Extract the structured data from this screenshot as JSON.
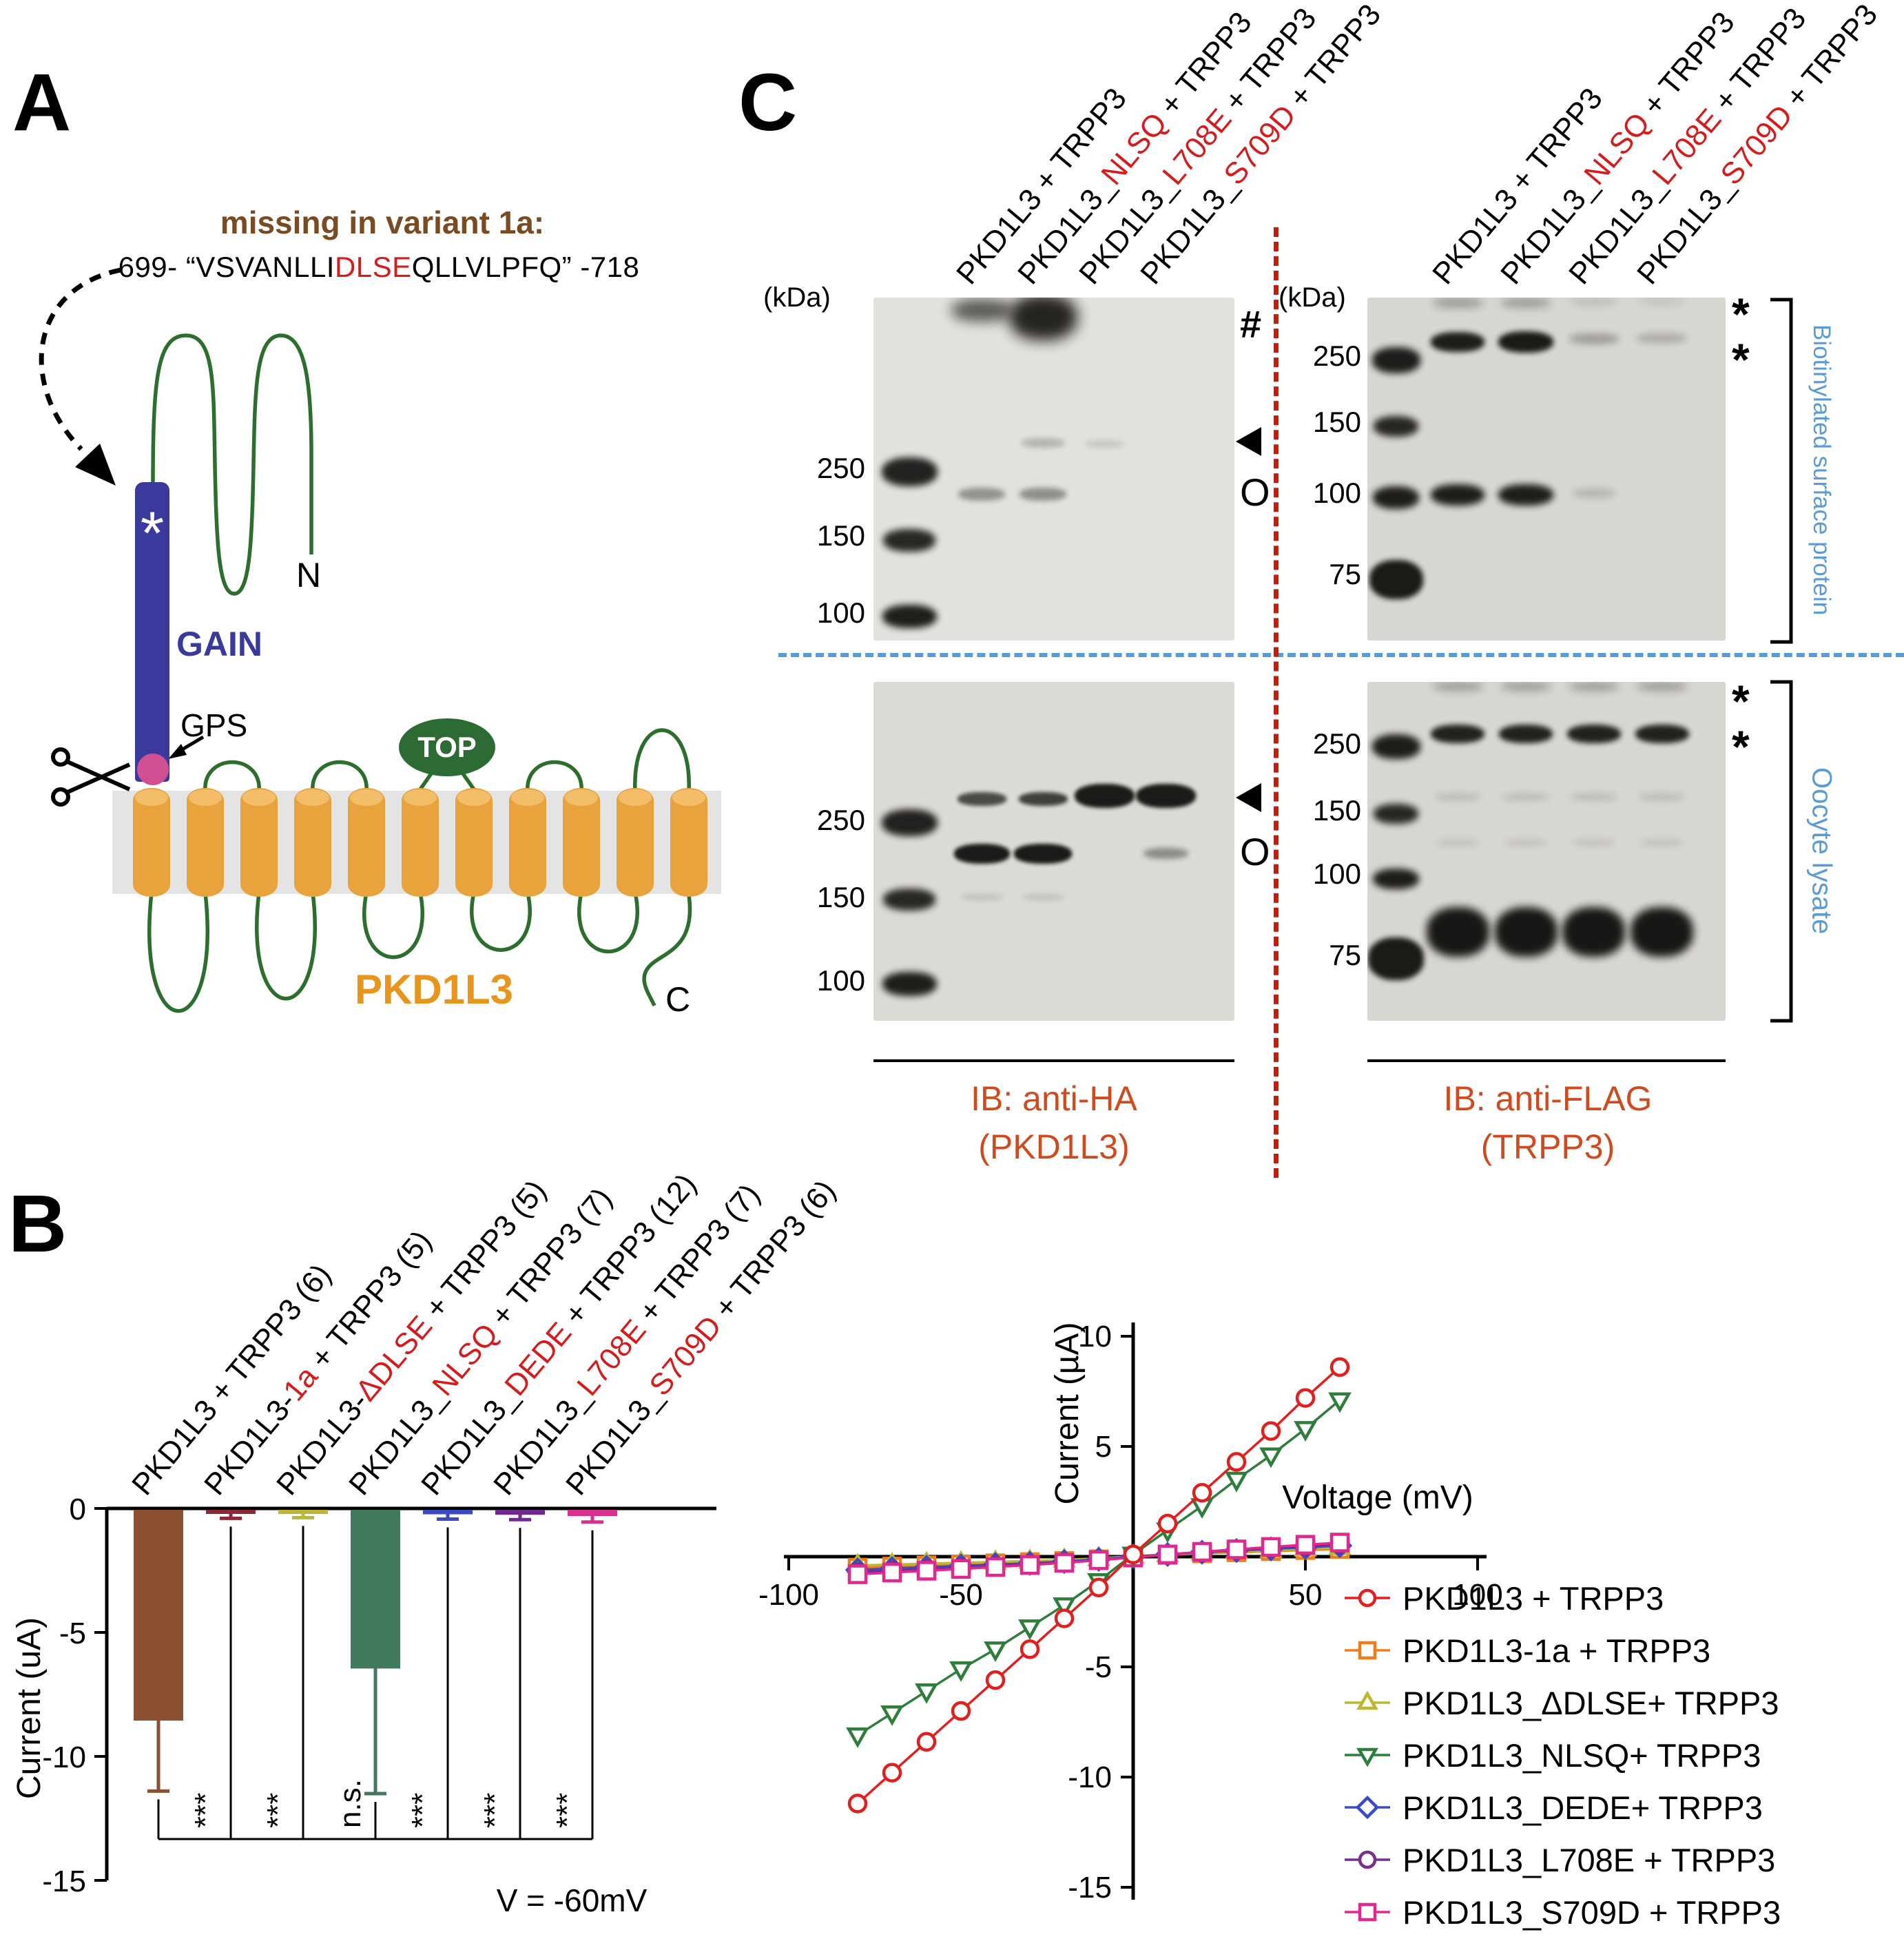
{
  "panelA": {
    "label": "A",
    "variant_note": "missing in variant 1a:",
    "sequence": [
      {
        "text": "699- “VSVANLLI"
      },
      {
        "text": "DLSE",
        "red": true
      },
      {
        "text": "QLLVLPFQ” -718"
      }
    ],
    "gain_label": "GAIN",
    "cleavage_mark": "*",
    "n_terminus": "N",
    "c_terminus": "C",
    "gps_label": "GPS",
    "top_label": "TOP",
    "protein_label": "PKD1L3"
  },
  "panelB": {
    "label": "B",
    "condition_note": "V = -60mV"
  },
  "panelC": {
    "label": "C",
    "kda": "(kDa)",
    "lane_labels": [
      [
        {
          "text": "PKD1L3 + TRPP3"
        }
      ],
      [
        {
          "text": "PKD1L3_"
        },
        {
          "text": "NLSQ",
          "red": true
        },
        {
          "text": " + TRPP3"
        }
      ],
      [
        {
          "text": "PKD1L3_"
        },
        {
          "text": "L708E",
          "red": true
        },
        {
          "text": " + TRPP3"
        }
      ],
      [
        {
          "text": "PKD1L3_"
        },
        {
          "text": "S709D",
          "red": true
        },
        {
          "text": " + TRPP3"
        }
      ]
    ],
    "mw_left_top": [
      "250",
      "150",
      "100"
    ],
    "mw_left_bottom": [
      "250",
      "150",
      "100"
    ],
    "mw_right_top": [
      "250",
      "150",
      "100",
      "75"
    ],
    "mw_right_bottom": [
      "250",
      "150",
      "100",
      "75"
    ],
    "hash_symbol": "#",
    "open_circle_symbol": "O",
    "asterisk_symbol": "*",
    "side_label_top": "Biotinylated surface protein",
    "side_label_bottom": "Oocyte lysate",
    "ib_left_line1": "IB:  anti-HA",
    "ib_left_line2": "(PKD1L3)",
    "ib_right_line1": "IB:  anti-FLAG",
    "ib_right_line2": "(TRPP3)",
    "gels": [
      {
        "name": "anti-HA-surface",
        "bg": "#e3e1dc",
        "bands": [
          [
            0.1,
            0.465,
            0.155,
            0.085,
            0.93,
            5
          ],
          [
            0.1,
            0.675,
            0.145,
            0.065,
            0.9,
            5
          ],
          [
            0.1,
            0.895,
            0.15,
            0.068,
            0.95,
            5
          ],
          [
            0.3,
            0.005,
            0.17,
            0.065,
            0.65,
            9
          ],
          [
            0.3,
            0.555,
            0.13,
            0.037,
            0.38,
            4
          ],
          [
            0.47,
            -0.01,
            0.19,
            0.135,
            0.92,
            10
          ],
          [
            0.47,
            0.41,
            0.12,
            0.027,
            0.22,
            4
          ],
          [
            0.47,
            0.555,
            0.13,
            0.037,
            0.4,
            4
          ],
          [
            0.64,
            0.415,
            0.11,
            0.022,
            0.13,
            4
          ]
        ]
      },
      {
        "name": "anti-FLAG-surface",
        "bg": "#d8d6d1",
        "bands": [
          [
            0.08,
            0.145,
            0.135,
            0.075,
            0.95,
            5
          ],
          [
            0.08,
            0.345,
            0.125,
            0.06,
            0.9,
            5
          ],
          [
            0.08,
            0.55,
            0.13,
            0.066,
            0.95,
            5
          ],
          [
            0.08,
            0.765,
            0.15,
            0.115,
            0.97,
            4
          ],
          [
            0.2525,
            0.0,
            0.14,
            0.03,
            0.3,
            6
          ],
          [
            0.2525,
            0.1,
            0.15,
            0.058,
            0.95,
            4
          ],
          [
            0.2525,
            0.545,
            0.15,
            0.062,
            0.95,
            5
          ],
          [
            0.4425,
            0.0,
            0.14,
            0.03,
            0.3,
            6
          ],
          [
            0.4425,
            0.098,
            0.155,
            0.062,
            0.97,
            4
          ],
          [
            0.4425,
            0.545,
            0.155,
            0.062,
            0.95,
            5
          ],
          [
            0.6325,
            0.0,
            0.13,
            0.022,
            0.15,
            6
          ],
          [
            0.6325,
            0.105,
            0.14,
            0.032,
            0.28,
            5
          ],
          [
            0.6325,
            0.557,
            0.12,
            0.028,
            0.17,
            5
          ],
          [
            0.8225,
            0.0,
            0.13,
            0.02,
            0.12,
            6
          ],
          [
            0.8225,
            0.105,
            0.14,
            0.028,
            0.22,
            5
          ]
        ]
      },
      {
        "name": "anti-HA-lysate",
        "bg": "#dcdad5",
        "bands": [
          [
            0.1,
            0.375,
            0.155,
            0.08,
            0.93,
            5
          ],
          [
            0.1,
            0.61,
            0.145,
            0.065,
            0.9,
            5
          ],
          [
            0.1,
            0.855,
            0.15,
            0.072,
            0.95,
            5
          ],
          [
            0.3,
            0.325,
            0.135,
            0.04,
            0.72,
            3
          ],
          [
            0.3,
            0.478,
            0.155,
            0.058,
            0.96,
            3
          ],
          [
            0.3,
            0.625,
            0.12,
            0.02,
            0.13,
            4
          ],
          [
            0.47,
            0.325,
            0.135,
            0.04,
            0.78,
            3
          ],
          [
            0.47,
            0.478,
            0.16,
            0.058,
            0.97,
            3
          ],
          [
            0.47,
            0.625,
            0.12,
            0.02,
            0.13,
            4
          ],
          [
            0.64,
            0.3,
            0.165,
            0.072,
            0.97,
            3
          ],
          [
            0.81,
            0.3,
            0.165,
            0.072,
            0.97,
            3
          ],
          [
            0.81,
            0.49,
            0.125,
            0.032,
            0.4,
            4
          ]
        ]
      },
      {
        "name": "anti-FLAG-lysate",
        "bg": "#d8d6d1",
        "bands": [
          [
            0.08,
            0.155,
            0.135,
            0.072,
            0.95,
            5
          ],
          [
            0.08,
            0.36,
            0.125,
            0.058,
            0.9,
            5
          ],
          [
            0.08,
            0.55,
            0.13,
            0.062,
            0.95,
            5
          ],
          [
            0.08,
            0.755,
            0.155,
            0.125,
            0.97,
            4
          ],
          [
            0.2525,
            0.0,
            0.14,
            0.026,
            0.3,
            6
          ],
          [
            0.2525,
            0.125,
            0.15,
            0.056,
            0.93,
            4
          ],
          [
            0.2525,
            0.33,
            0.13,
            0.02,
            0.15,
            5
          ],
          [
            0.2525,
            0.465,
            0.12,
            0.018,
            0.12,
            5
          ],
          [
            0.2525,
            0.665,
            0.175,
            0.145,
            0.98,
            6
          ],
          [
            0.4425,
            0.0,
            0.14,
            0.026,
            0.3,
            6
          ],
          [
            0.4425,
            0.125,
            0.15,
            0.056,
            0.93,
            4
          ],
          [
            0.4425,
            0.33,
            0.13,
            0.02,
            0.15,
            5
          ],
          [
            0.4425,
            0.465,
            0.12,
            0.018,
            0.12,
            5
          ],
          [
            0.4425,
            0.665,
            0.175,
            0.145,
            0.98,
            6
          ],
          [
            0.6325,
            0.0,
            0.14,
            0.026,
            0.3,
            6
          ],
          [
            0.6325,
            0.125,
            0.15,
            0.056,
            0.93,
            4
          ],
          [
            0.6325,
            0.33,
            0.13,
            0.02,
            0.15,
            5
          ],
          [
            0.6325,
            0.465,
            0.12,
            0.018,
            0.12,
            5
          ],
          [
            0.6325,
            0.665,
            0.175,
            0.145,
            0.98,
            6
          ],
          [
            0.8225,
            0.0,
            0.14,
            0.026,
            0.3,
            6
          ],
          [
            0.8225,
            0.125,
            0.15,
            0.056,
            0.93,
            4
          ],
          [
            0.8225,
            0.33,
            0.13,
            0.02,
            0.15,
            5
          ],
          [
            0.8225,
            0.465,
            0.12,
            0.018,
            0.12,
            5
          ],
          [
            0.8225,
            0.665,
            0.175,
            0.145,
            0.98,
            6
          ]
        ]
      }
    ]
  },
  "chart_data": [
    {
      "type": "bar",
      "title": "",
      "xlabel": "",
      "ylabel": "Current (uA)",
      "ylim": [
        -15,
        0
      ],
      "yticks": [
        0,
        -5,
        -10,
        -15
      ],
      "annotation": "V = -60mV",
      "categories": [
        [
          {
            "text": "PKD1L3 + TRPP3 (6)"
          }
        ],
        [
          {
            "text": "PKD1L3-"
          },
          {
            "text": "1a",
            "red": true
          },
          {
            "text": " + TRPP3 (5)"
          }
        ],
        [
          {
            "text": "PKD1L3-"
          },
          {
            "text": "ΔDLSE",
            "red": true
          },
          {
            "text": " + TRPP3 (5)"
          }
        ],
        [
          {
            "text": "PKD1L3_"
          },
          {
            "text": "NLSQ",
            "red": true
          },
          {
            "text": " + TRPP3 (7)"
          }
        ],
        [
          {
            "text": "PKD1L3_"
          },
          {
            "text": "DEDE",
            "red": true
          },
          {
            "text": " + TRPP3 (12)"
          }
        ],
        [
          {
            "text": "PKD1L3_"
          },
          {
            "text": "L708E",
            "red": true
          },
          {
            "text": " + TRPP3 (7)"
          }
        ],
        [
          {
            "text": "PKD1L3_"
          },
          {
            "text": "S709D",
            "red": true
          },
          {
            "text": " + TRPP3 (6)"
          }
        ]
      ],
      "values": [
        -8.5,
        -0.15,
        -0.12,
        -6.4,
        -0.18,
        -0.2,
        -0.25
      ],
      "errors": [
        2.9,
        0.25,
        0.25,
        5.1,
        0.25,
        0.25,
        0.3
      ],
      "colors": [
        "#8c5132",
        "#8f2836",
        "#bdb636",
        "#40795c",
        "#3a49c5",
        "#6f2b8e",
        "#d82f90"
      ],
      "sig": [
        "",
        "***",
        "***",
        "n.s.",
        "***",
        "***",
        "***"
      ]
    },
    {
      "type": "line",
      "xlabel": "Voltage (mV)",
      "ylabel": "Current (µA)",
      "xlim": [
        -100,
        100
      ],
      "ylim": [
        -15,
        10
      ],
      "xticks": [
        -100,
        -50,
        50,
        100
      ],
      "yticks": [
        10,
        5,
        -5,
        -10,
        -15
      ],
      "x": [
        -80,
        -70,
        -60,
        -50,
        -40,
        -30,
        -20,
        -10,
        0,
        10,
        20,
        30,
        40,
        50,
        60
      ],
      "series": [
        {
          "name": "PKD1L3 + TRPP3",
          "marker": "circle",
          "color": "#e01f1f",
          "values": [
            -11.2,
            -9.8,
            -8.4,
            -7.0,
            -5.6,
            -4.2,
            -2.8,
            -1.4,
            0.1,
            1.5,
            2.9,
            4.3,
            5.7,
            7.2,
            8.6
          ]
        },
        {
          "name": "PKD1L3-1a + TRPP3",
          "marker": "square",
          "color": "#ef7d1a",
          "values": [
            -0.5,
            -0.45,
            -0.4,
            -0.35,
            -0.3,
            -0.25,
            -0.2,
            -0.12,
            0,
            0.08,
            0.15,
            0.2,
            0.25,
            0.3,
            0.35
          ]
        },
        {
          "name": "PKD1L3_ΔDLSE+ TRPP3",
          "marker": "triangle-up",
          "color": "#bdb82e",
          "values": [
            -0.4,
            -0.36,
            -0.32,
            -0.28,
            -0.24,
            -0.2,
            -0.15,
            -0.08,
            0.02,
            0.1,
            0.18,
            0.25,
            0.3,
            0.36,
            0.42
          ]
        },
        {
          "name": "PKD1L3_NLSQ+ TRPP3",
          "marker": "triangle-down",
          "color": "#2e7d3a",
          "values": [
            -8.1,
            -7.1,
            -6.1,
            -5.1,
            -4.2,
            -3.2,
            -2.2,
            -1.1,
            0.1,
            1.2,
            2.3,
            3.5,
            4.6,
            5.8,
            7.1
          ]
        },
        {
          "name": "PKD1L3_DEDE+ TRPP3",
          "marker": "diamond",
          "color": "#3a49c5",
          "values": [
            -0.6,
            -0.54,
            -0.48,
            -0.42,
            -0.36,
            -0.3,
            -0.22,
            -0.12,
            0,
            0.1,
            0.2,
            0.28,
            0.35,
            0.42,
            0.5
          ]
        },
        {
          "name": "PKD1L3_L708E + TRPP3",
          "marker": "circle",
          "color": "#7b2d8e",
          "values": [
            -0.7,
            -0.63,
            -0.56,
            -0.49,
            -0.42,
            -0.34,
            -0.26,
            -0.15,
            -0.02,
            0.1,
            0.2,
            0.3,
            0.4,
            0.48,
            0.56
          ]
        },
        {
          "name": "PKD1L3_S709D + TRPP3",
          "marker": "square",
          "color": "#e0288f",
          "values": [
            -0.8,
            -0.72,
            -0.64,
            -0.56,
            -0.47,
            -0.38,
            -0.28,
            -0.16,
            -0.04,
            0.1,
            0.22,
            0.33,
            0.44,
            0.54,
            0.64
          ]
        }
      ]
    }
  ],
  "colors": {
    "red_accent": "#d41c1c",
    "gain_blue": "#3a3a9c",
    "protein_orange": "#e8951d",
    "loop_green": "#2c6e2c",
    "gps_pink": "#d14f93",
    "annotation_blue": "#5b9bd5",
    "ib_orange": "#d14a1e",
    "note_brown": "#7a4a20",
    "divider_red": "#cc1a00"
  }
}
